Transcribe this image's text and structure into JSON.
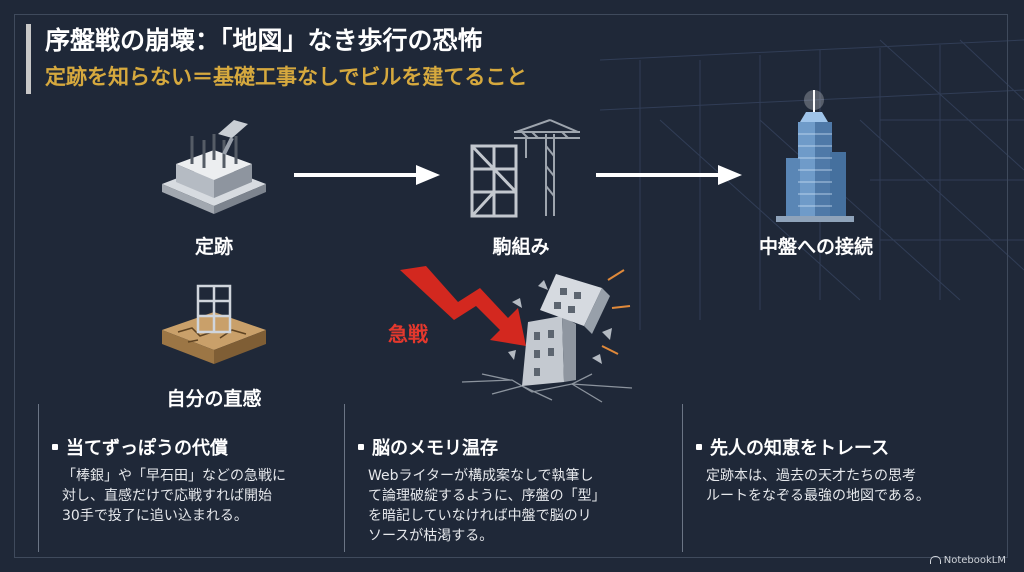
{
  "header": {
    "title": "序盤戦の崩壊：「地図」なき歩行の恐怖",
    "subtitle": "定跡を知らない＝基礎工事なしでビルを建てること"
  },
  "flow": {
    "steps": [
      "定跡",
      "駒組み",
      "中盤への接続"
    ],
    "alternate_label": "自分の直感",
    "crash_label": "急戦"
  },
  "points": [
    {
      "title": "当てずっぽうの代償",
      "lines": [
        "「棒銀」や「早石田」などの急戦に",
        "対し、直感だけで応戦すれば開始",
        "30手で投了に追い込まれる。"
      ]
    },
    {
      "title": "脳のメモリ温存",
      "lines": [
        "Webライターが構成案なしで執筆し",
        "て論理破綻するように、序盤の「型」",
        "を暗記していなければ中盤で脳のリ",
        "ソースが枯渇する。"
      ]
    },
    {
      "title": "先人の知恵をトレース",
      "lines": [
        "定跡本は、過去の天才たちの思考",
        "ルートをなぞる最強の地図である。"
      ]
    }
  ],
  "brand": "NotebookLM",
  "colors": {
    "background": "#1f2838",
    "accent_gold": "#d6a93e",
    "danger_red": "#e4382d",
    "text": "#ffffff"
  },
  "icons": [
    "concrete-foundation-icon",
    "building-frame-crane-icon",
    "skyscraper-icon",
    "cracked-ground-icon",
    "collapsing-building-icon",
    "down-arrow-icon",
    "right-arrow-icon",
    "notebooklm-logo-icon"
  ]
}
